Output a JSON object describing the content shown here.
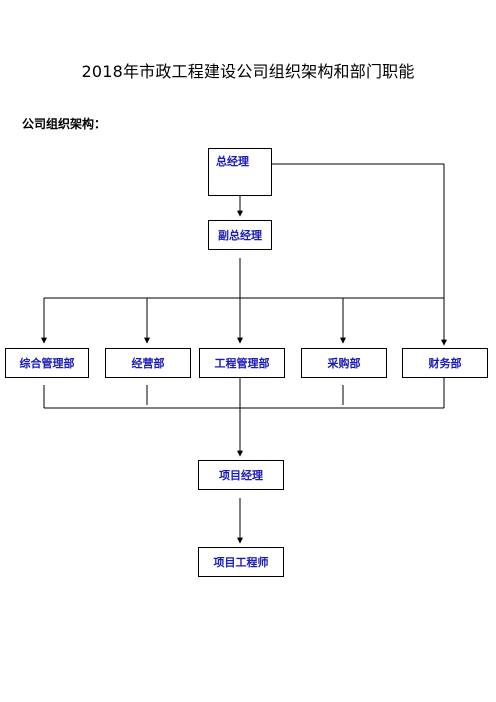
{
  "title": "2018年市政工程建设公司组织架构和部门职能",
  "subtitle": "公司组织架构：",
  "nodes": {
    "gm": "总经理",
    "vgm": "副总经理",
    "dept1": "综合管理部",
    "dept2": "经营部",
    "dept3": "工程管理部",
    "dept4": "采购部",
    "dept5": "财务部",
    "pm": "项目经理",
    "pe": "项目工程师"
  },
  "colors": {
    "label": "#1a1ab8",
    "line": "#000000"
  }
}
